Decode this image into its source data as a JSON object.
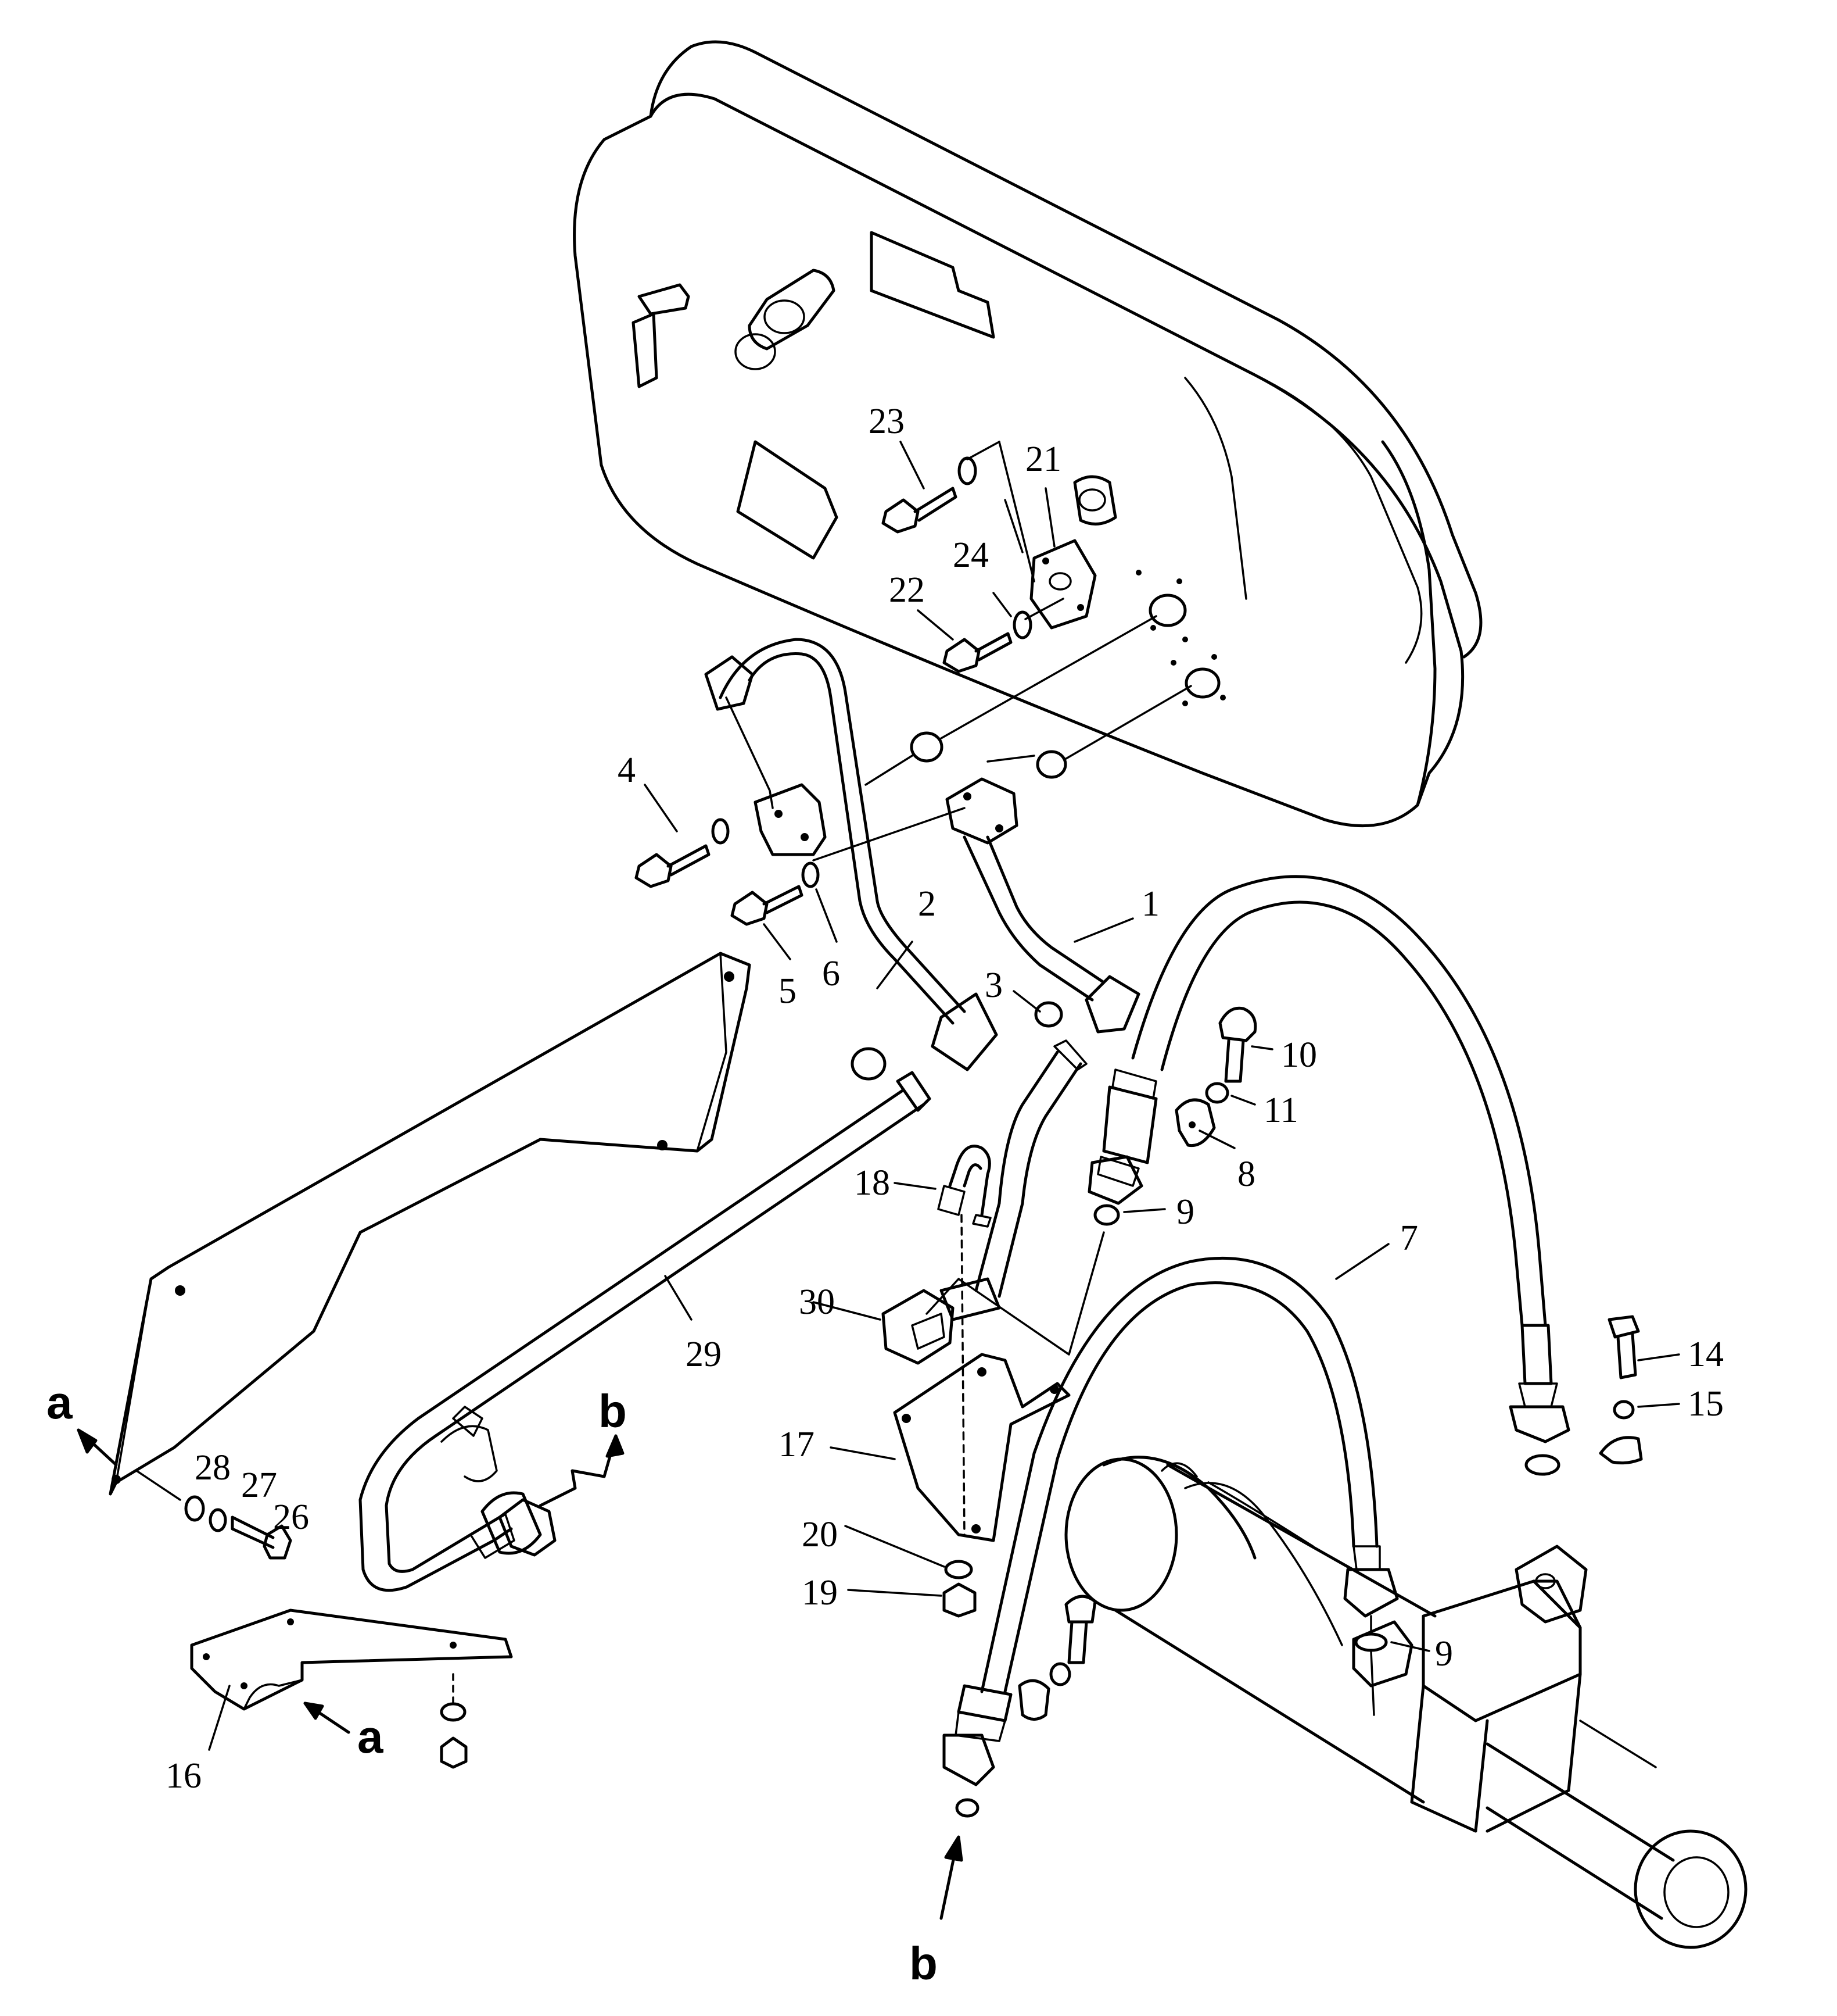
{
  "callouts": {
    "c1": "1",
    "c2": "2",
    "c3": "3",
    "c4": "4",
    "c5": "5",
    "c6": "6",
    "c7": "7",
    "c8": "8",
    "c9a": "9",
    "c9b": "9",
    "c10": "10",
    "c11": "11",
    "c14": "14",
    "c15": "15",
    "c16": "16",
    "c17": "17",
    "c18": "18",
    "c19": "19",
    "c20": "20",
    "c21": "21",
    "c22": "22",
    "c23": "23",
    "c24": "24",
    "c26": "26",
    "c27": "27",
    "c28": "28",
    "c29": "29",
    "c30": "30"
  },
  "connection_markers": {
    "a_top": "a",
    "a_bottom": "a",
    "b_top": "b",
    "b_bottom": "b"
  }
}
